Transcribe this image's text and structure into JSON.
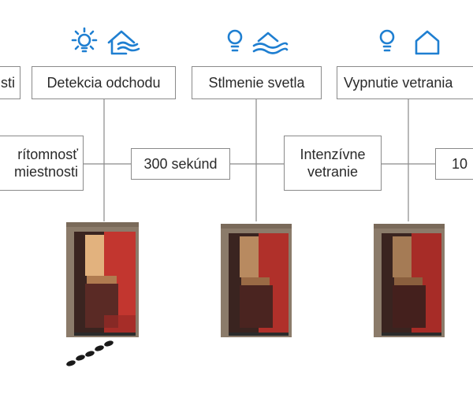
{
  "colors": {
    "icon_blue": "#1f7fd1",
    "line_gray": "#8a8a8a",
    "wood": "#8b7b6a",
    "interior_red": "#c2362f",
    "shelf_wood": "#c79a6b"
  },
  "top_row": {
    "cut_left": "sti",
    "step1": "Detekcia odchodu",
    "step2": "Stlmenie svetla",
    "step3": "Vypnutie vetrania"
  },
  "mid_row": {
    "cut_left_line1": "rítomnosť",
    "cut_left_line2": "miestnosti",
    "delay1": "300 sekúnd",
    "mode_line1": "Intenzívne",
    "mode_line2": "vetranie",
    "cut_right": "10"
  },
  "icons": {
    "col1": [
      "sun-bulb-icon",
      "house-waves-icon"
    ],
    "col2": [
      "bulb-icon",
      "waves-icon"
    ],
    "col3": [
      "bulb-icon",
      "house-icon"
    ]
  }
}
